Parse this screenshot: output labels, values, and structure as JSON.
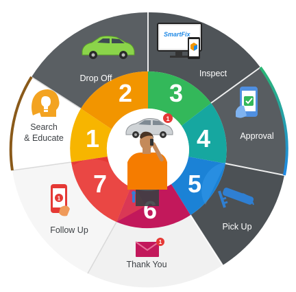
{
  "colors": {
    "outer_dark": "#555a5e",
    "outer_light": "#ffffff",
    "inner_rim": "#ffffff"
  },
  "segments": [
    {
      "label": "Drop Off",
      "number": "2",
      "icon": "car-icon"
    },
    {
      "label": "Inspect",
      "number": "3",
      "icon": "smartfix-monitor-icon"
    },
    {
      "label": "Approval",
      "number": "4",
      "icon": "phone-approval-icon"
    },
    {
      "label": "Pick Up",
      "number": "5",
      "icon": "car-key-icon"
    },
    {
      "label": "Thank You",
      "number": "6",
      "icon": "envelope-icon"
    },
    {
      "label": "Follow Up",
      "number": "7",
      "icon": "phone-notification-icon"
    },
    {
      "label": "Search\n& Educate",
      "label_lines": [
        "Search",
        "& Educate"
      ],
      "number": "1",
      "icon": "lightbulb-head-icon"
    }
  ],
  "labels": {
    "drop_off": "Drop Off",
    "inspect": "Inspect",
    "approval": "Approval",
    "pick_up": "Pick Up",
    "thank_you": "Thank You",
    "follow_up": "Follow Up",
    "search_line1": "Search",
    "search_line2": "& Educate"
  },
  "numbers": {
    "n1": "1",
    "n2": "2",
    "n3": "3",
    "n4": "4",
    "n5": "5",
    "n6": "6",
    "n7": "7"
  },
  "logo_text": "SmartFix",
  "badge": "1",
  "center_icons": [
    "car-icon",
    "person-on-phone-icon",
    "car-key-icon"
  ]
}
